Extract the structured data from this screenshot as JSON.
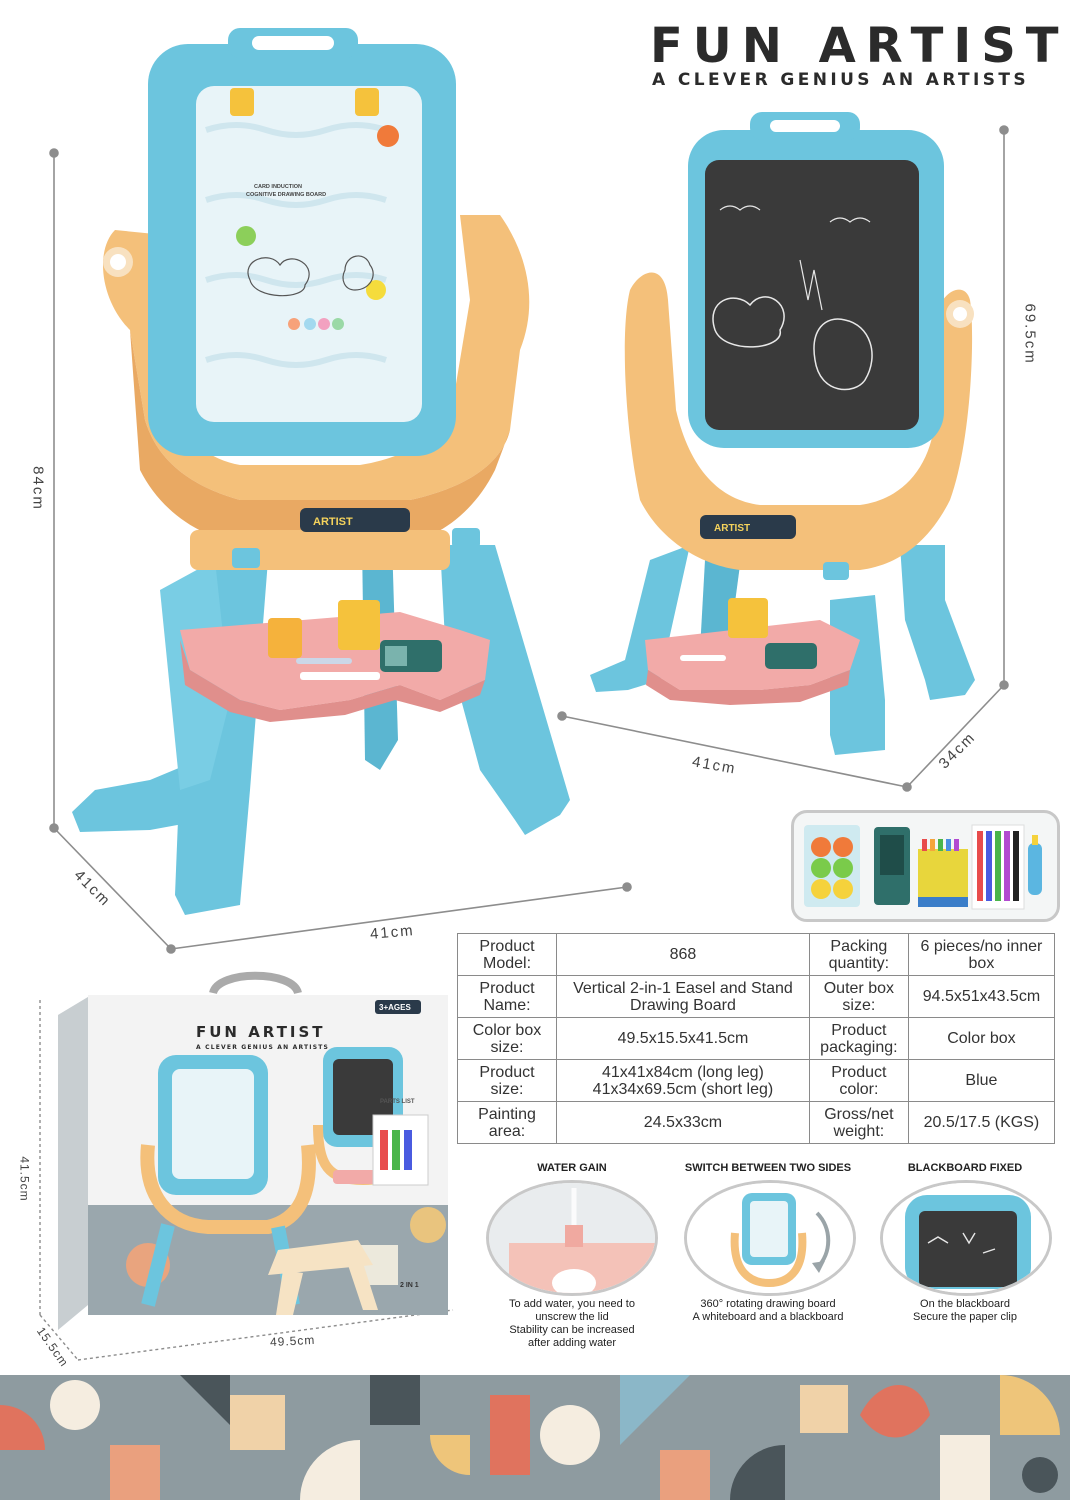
{
  "header": {
    "title": "FUN ARTIST",
    "subtitle": "A CLEVER GENIUS AN ARTISTS"
  },
  "product_visual": {
    "easel_board_text": "CARD INDUCTION\nCOGNITIVE DRAWING BOARD",
    "easel_badge": "ARTIST",
    "colors": {
      "blue": "#6cc5de",
      "orange": "#f4c07a",
      "pink": "#f2aaa8",
      "chalkboard": "#3a3a3a",
      "whiteboard": "#e8f4f8"
    }
  },
  "dimensions": {
    "tall_height": "84cm",
    "tall_depth": "41cm",
    "tall_width": "41cm",
    "short_height": "69.5cm",
    "short_width": "41cm",
    "short_depth": "34cm",
    "box_height": "41.5cm",
    "box_width": "49.5cm",
    "box_depth": "15.5cm"
  },
  "box": {
    "title": "FUN ARTIST",
    "subtitle": "A CLEVER GENIUS AN ARTISTS",
    "age_badge": "3+AGES",
    "parts_label": "PARTS LIST",
    "mode_label": "2 IN 1"
  },
  "parts": {
    "items": [
      "magnet-balls-icon",
      "eraser-icon",
      "chalk-box-icon",
      "markers-icon",
      "chalk-holder-icon"
    ]
  },
  "specs": [
    {
      "k1": "Product Model:",
      "v1": "868",
      "k2": "Packing quantity:",
      "v2": "6 pieces/no inner box"
    },
    {
      "k1": "Product Name:",
      "v1": "Vertical 2-in-1 Easel and Stand Drawing Board",
      "k2": "Outer box size:",
      "v2": "94.5x51x43.5cm"
    },
    {
      "k1": "Color box size:",
      "v1": "49.5x15.5x41.5cm",
      "k2": "Product packaging:",
      "v2": "Color box"
    },
    {
      "k1": "Product size:",
      "v1": "41x41x84cm (long leg)\n41x34x69.5cm (short leg)",
      "k2": "Product color:",
      "v2": "Blue"
    },
    {
      "k1": "Painting area:",
      "v1": "24.5x33cm",
      "k2": "Gross/net weight:",
      "v2": "20.5/17.5 (KGS)"
    }
  ],
  "features": [
    {
      "title": "WATER GAIN",
      "desc": "To add water, you need to\nunscrew the lid\nStability can be increased\nafter adding water"
    },
    {
      "title": "SWITCH BETWEEN TWO SIDES",
      "desc": "360° rotating drawing board\nA whiteboard and a blackboard"
    },
    {
      "title": "BLACKBOARD FIXED",
      "desc": "On the blackboard\nSecure the paper clip"
    }
  ]
}
